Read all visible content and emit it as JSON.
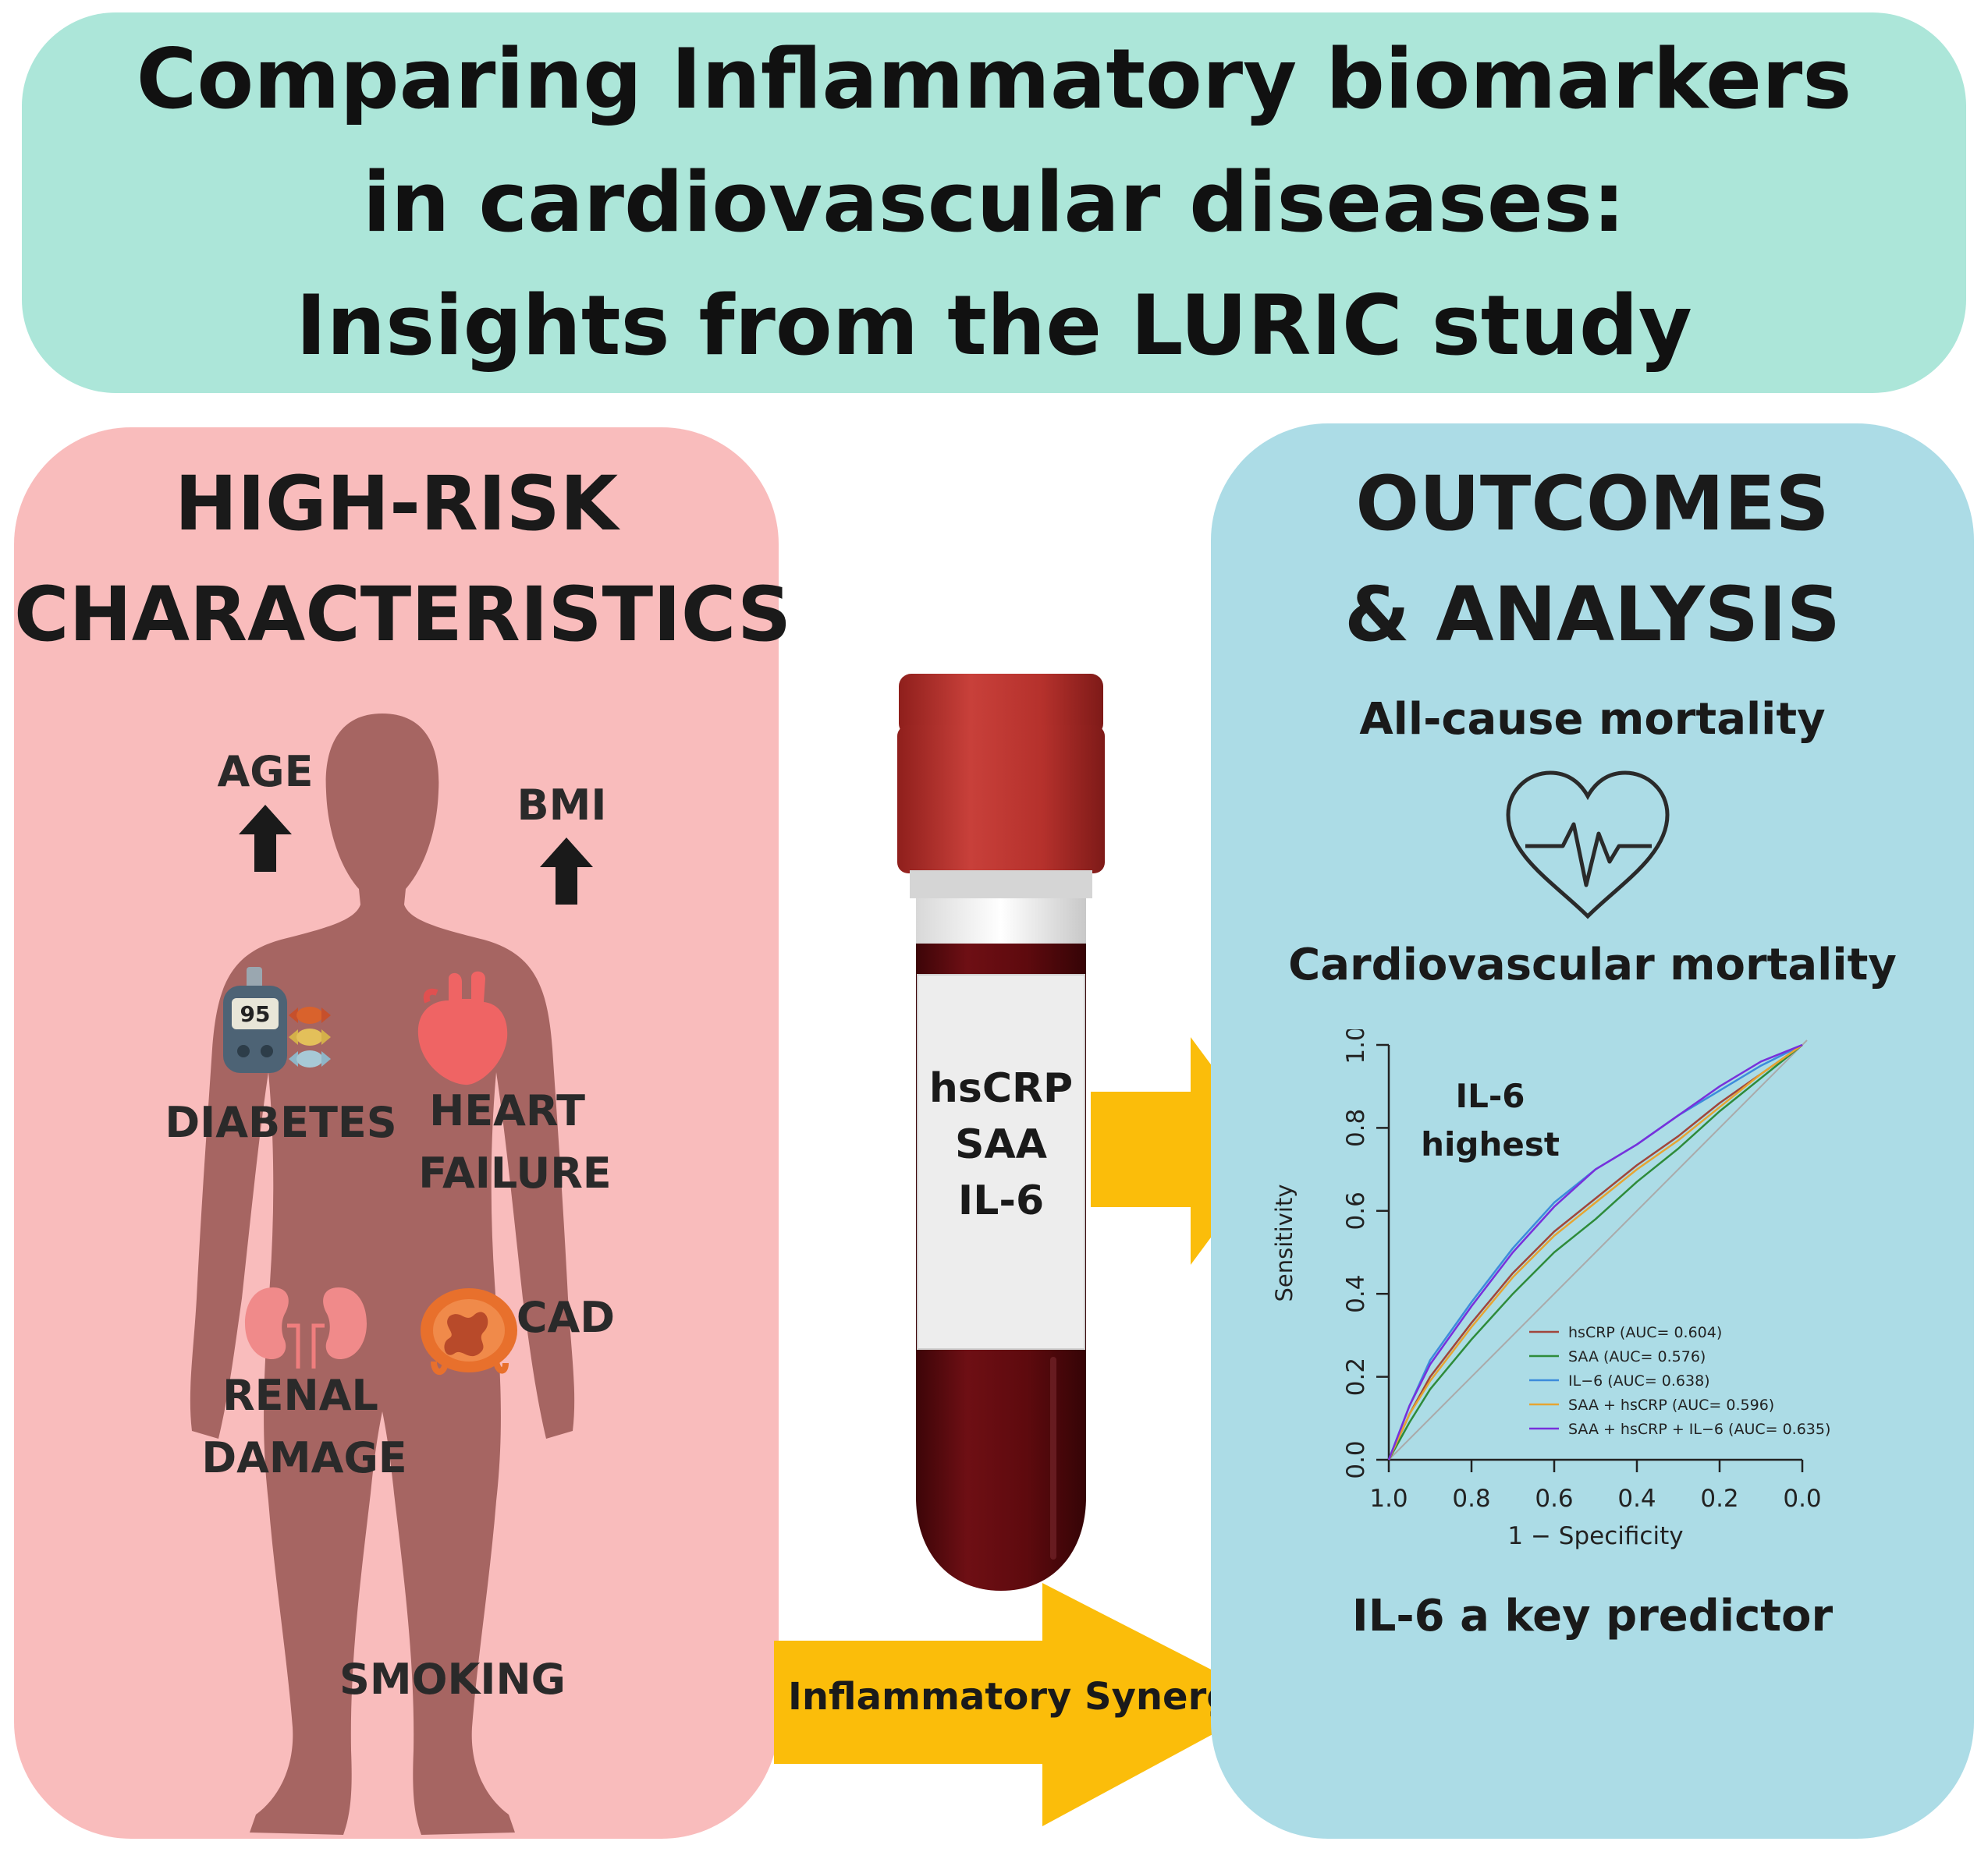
{
  "title": {
    "lines": [
      "Comparing Inflammatory biomarkers",
      "in cardiovascular diseases:",
      "Insights from the LURIC study"
    ]
  },
  "left_panel": {
    "heading_lines": [
      "HIGH-RISK",
      "CHARACTERISTICS"
    ],
    "labels": {
      "age": "AGE",
      "bmi": "BMI",
      "diabetes": "DIABETES",
      "heart_failure_1": "HEART",
      "heart_failure_2": "FAILURE",
      "renal_1": "RENAL",
      "renal_2": "DAMAGE",
      "cad": "CAD",
      "smoking": "SMOKING"
    },
    "glucometer_reading": "95"
  },
  "tube": {
    "markers": [
      "hsCRP",
      "SAA",
      "IL-6"
    ]
  },
  "synergy_label": "Inflammatory Synergy",
  "right_panel": {
    "heading_lines": [
      "OUTCOMES",
      "& ANALYSIS"
    ],
    "all_cause": "All-cause mortality",
    "cv_mortality": "Cardiovascular mortality",
    "annotation_lines": [
      "IL-6",
      "highest"
    ],
    "conclusion": "IL-6 a key predictor"
  },
  "colors": {
    "title_bg": "#ace6d9",
    "left_bg": "#f9bcbc",
    "right_bg": "#acdce6",
    "arrow": "#fbbd0a",
    "silhouette": "#a66562",
    "tube_cap": "#b5312c",
    "blood": "#5e0a0e"
  },
  "chart_data": {
    "type": "line",
    "xlabel": "1 − Specificity",
    "ylabel": "Sensitivity",
    "xlim": [
      1.0,
      0.0
    ],
    "ylim": [
      0.0,
      1.0
    ],
    "x_ticks": [
      "1.0",
      "0.8",
      "0.6",
      "0.4",
      "0.2",
      "0.0"
    ],
    "y_ticks": [
      "0.0",
      "0.2",
      "0.4",
      "0.6",
      "0.8",
      "1.0"
    ],
    "legend_position": "bottom-right",
    "grid": false,
    "series": [
      {
        "name": "hsCRP (AUC= 0.604)",
        "color": "#a0463c",
        "points": [
          [
            1,
            0
          ],
          [
            0.95,
            0.11
          ],
          [
            0.9,
            0.2
          ],
          [
            0.8,
            0.33
          ],
          [
            0.7,
            0.45
          ],
          [
            0.6,
            0.55
          ],
          [
            0.5,
            0.63
          ],
          [
            0.4,
            0.71
          ],
          [
            0.3,
            0.78
          ],
          [
            0.2,
            0.86
          ],
          [
            0.1,
            0.93
          ],
          [
            0,
            1
          ]
        ]
      },
      {
        "name": "SAA (AUC= 0.576)",
        "color": "#2e8b3a",
        "points": [
          [
            1,
            0
          ],
          [
            0.95,
            0.09
          ],
          [
            0.9,
            0.17
          ],
          [
            0.8,
            0.29
          ],
          [
            0.7,
            0.4
          ],
          [
            0.6,
            0.5
          ],
          [
            0.5,
            0.58
          ],
          [
            0.4,
            0.67
          ],
          [
            0.3,
            0.75
          ],
          [
            0.2,
            0.84
          ],
          [
            0.1,
            0.92
          ],
          [
            0,
            1
          ]
        ]
      },
      {
        "name": "IL−6 (AUC= 0.638)",
        "color": "#3c8cdc",
        "points": [
          [
            1,
            0
          ],
          [
            0.95,
            0.13
          ],
          [
            0.9,
            0.24
          ],
          [
            0.8,
            0.38
          ],
          [
            0.7,
            0.51
          ],
          [
            0.6,
            0.62
          ],
          [
            0.5,
            0.7
          ],
          [
            0.4,
            0.76
          ],
          [
            0.3,
            0.83
          ],
          [
            0.2,
            0.89
          ],
          [
            0.1,
            0.95
          ],
          [
            0,
            1
          ]
        ]
      },
      {
        "name": "SAA + hsCRP (AUC= 0.596)",
        "color": "#e6a532",
        "points": [
          [
            1,
            0
          ],
          [
            0.95,
            0.11
          ],
          [
            0.9,
            0.19
          ],
          [
            0.8,
            0.32
          ],
          [
            0.7,
            0.44
          ],
          [
            0.6,
            0.54
          ],
          [
            0.5,
            0.62
          ],
          [
            0.4,
            0.7
          ],
          [
            0.3,
            0.77
          ],
          [
            0.2,
            0.85
          ],
          [
            0.1,
            0.93
          ],
          [
            0,
            1
          ]
        ]
      },
      {
        "name": "SAA + hsCRP + IL−6 (AUC= 0.635)",
        "color": "#7830dc",
        "points": [
          [
            1,
            0
          ],
          [
            0.95,
            0.13
          ],
          [
            0.9,
            0.23
          ],
          [
            0.8,
            0.37
          ],
          [
            0.7,
            0.5
          ],
          [
            0.6,
            0.61
          ],
          [
            0.5,
            0.7
          ],
          [
            0.4,
            0.76
          ],
          [
            0.3,
            0.83
          ],
          [
            0.2,
            0.9
          ],
          [
            0.1,
            0.96
          ],
          [
            0,
            1
          ]
        ]
      }
    ]
  }
}
